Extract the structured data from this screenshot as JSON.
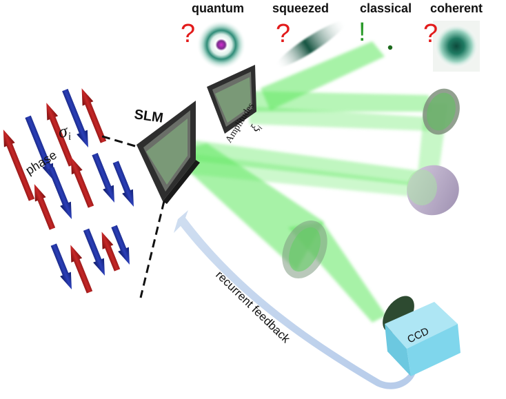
{
  "states": {
    "quantum": "quantum",
    "squeezed": "squeezed",
    "classical": "classical",
    "coherent": "coherent"
  },
  "marks": {
    "question": "?",
    "exclaim": "!"
  },
  "labels": {
    "slm": "SLM",
    "amplitudes": "Amplitudes",
    "xi": "ξ",
    "xi_sub": "i",
    "phase": "phase",
    "sigma": "σ",
    "sigma_sub": "i",
    "feedback": "recurrent feedback",
    "ccd": "CCD"
  },
  "colors": {
    "beam": "#5ee85e",
    "spin_up": "#b01e1e",
    "spin_down": "#1c2f9a",
    "question": "#e21b1b",
    "exclaim": "#2a9a2a",
    "ccd": "#7fd6ec",
    "feedback_arrow": "#b7cdea",
    "mirror": "#b9adc8"
  }
}
